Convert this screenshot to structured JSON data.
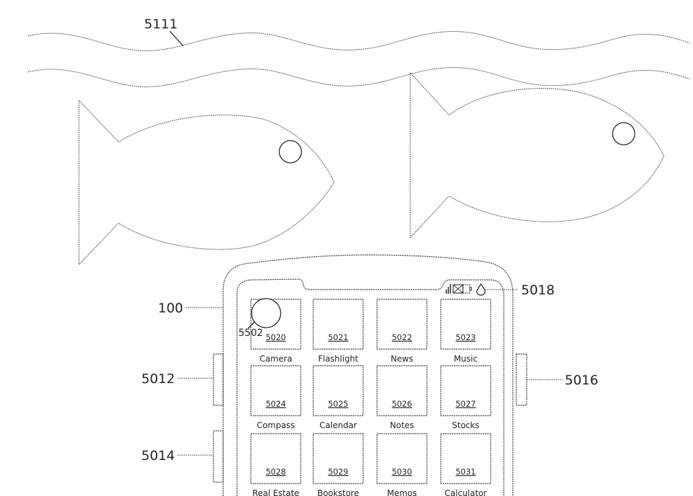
{
  "figure": {
    "refs": {
      "water": "5111",
      "device": "100",
      "button_upper_left": "5012",
      "button_lower_left": "5014",
      "button_right": "5016",
      "status_indicator": "5018",
      "touch_contact": "5502"
    },
    "status_icons": [
      "signal-icon",
      "battery-icon",
      "water-drop-icon"
    ],
    "apps": [
      {
        "id": "5020",
        "label": "Camera"
      },
      {
        "id": "5021",
        "label": "Flashlight"
      },
      {
        "id": "5022",
        "label": "News"
      },
      {
        "id": "5023",
        "label": "Music"
      },
      {
        "id": "5024",
        "label": "Compass"
      },
      {
        "id": "5025",
        "label": "Calendar"
      },
      {
        "id": "5026",
        "label": "Notes"
      },
      {
        "id": "5027",
        "label": "Stocks"
      },
      {
        "id": "5028",
        "label": "Real Estate"
      },
      {
        "id": "5029",
        "label": "Bookstore"
      },
      {
        "id": "5030",
        "label": "Memos"
      },
      {
        "id": "5031",
        "label": "Calculator"
      }
    ]
  }
}
